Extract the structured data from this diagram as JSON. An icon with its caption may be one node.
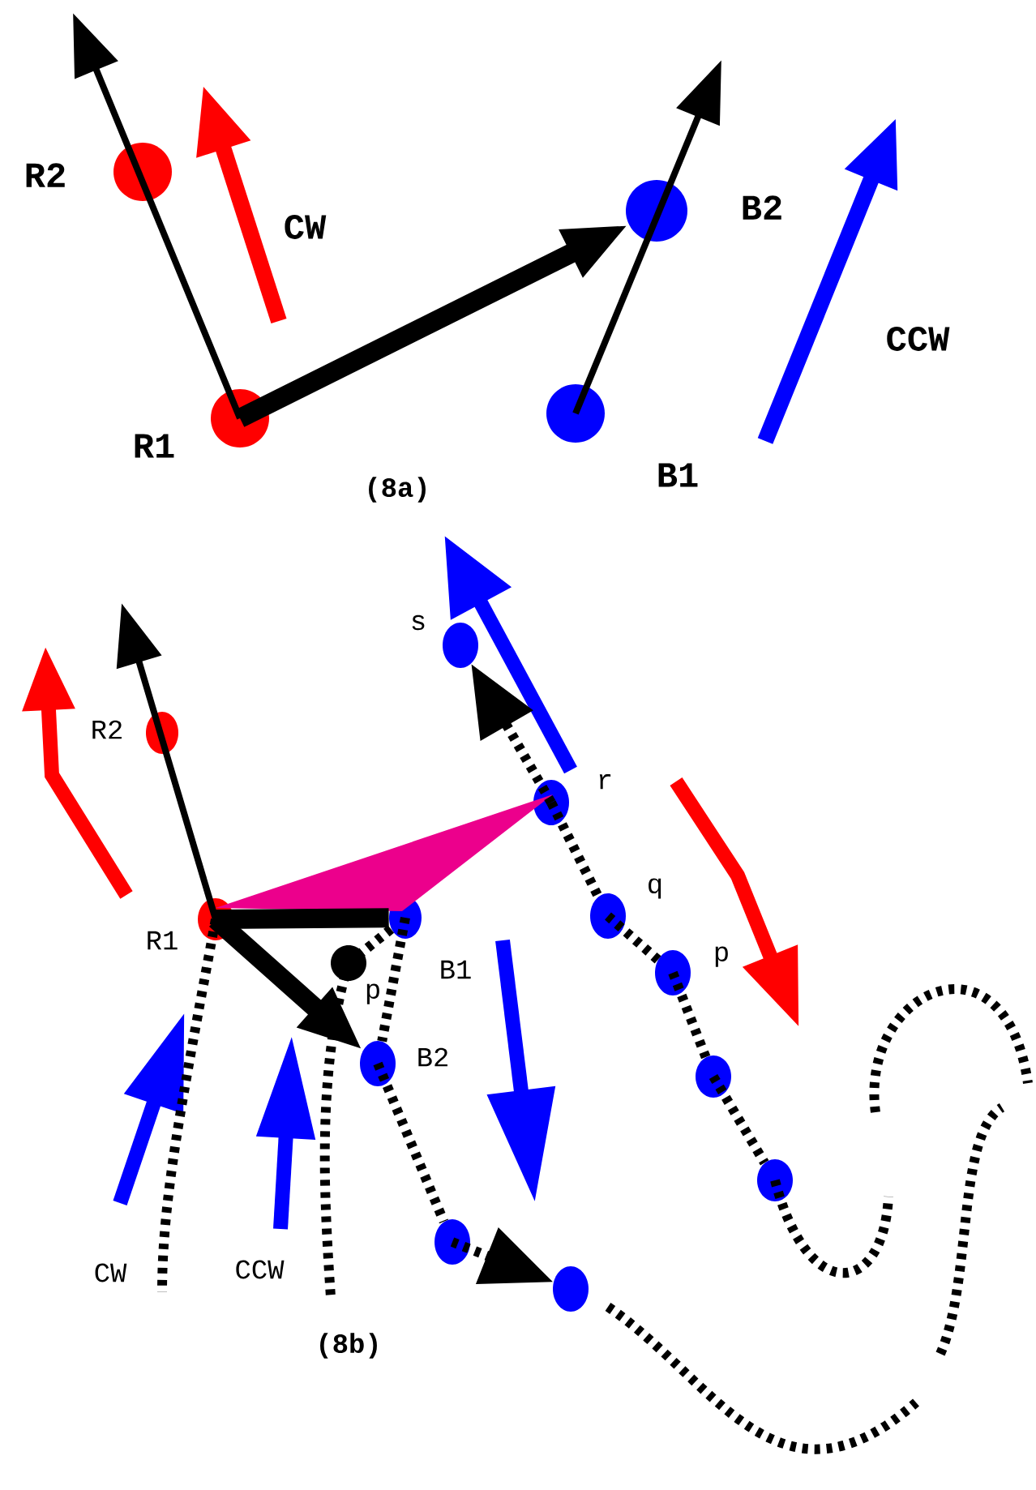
{
  "diagram": {
    "nodes": [
      {
        "text": [],
        "shape": "circle",
        "beside": [
          "R1"
        ]
      },
      {
        "text": [],
        "shape": "circle",
        "beside": [
          "R2"
        ]
      },
      {
        "text": [],
        "shape": "circle",
        "beside": [
          "B1"
        ]
      },
      {
        "text": [],
        "shape": "circle",
        "beside": [
          "B2"
        ]
      },
      {
        "text": [],
        "shape": "circle",
        "beside": [
          "R1"
        ]
      },
      {
        "text": [],
        "shape": "circle",
        "beside": [
          "R2"
        ]
      },
      {
        "text": [],
        "shape": "circle",
        "beside": [
          "B1"
        ]
      },
      {
        "text": [],
        "shape": "circle",
        "beside": [
          "p"
        ]
      },
      {
        "text": [],
        "shape": "circle",
        "beside": [
          "B2"
        ]
      },
      {
        "text": [],
        "shape": "circle",
        "beside": [
          "s"
        ]
      },
      {
        "text": [],
        "shape": "circle",
        "beside": [
          "r"
        ]
      },
      {
        "text": [],
        "shape": "circle",
        "beside": [
          "q"
        ]
      },
      {
        "text": [],
        "shape": "circle",
        "beside": [
          "p"
        ]
      },
      {
        "text": [],
        "shape": "circle"
      },
      {
        "text": [],
        "shape": "circle"
      },
      {
        "text": [],
        "shape": "circle"
      },
      {
        "text": [],
        "shape": "circle"
      },
      {
        "text": [],
        "shape": "triangle"
      }
    ],
    "edges": [
      {
        "from": 0,
        "to": null,
        "arrow": "to"
      },
      {
        "from": 0,
        "to": 3,
        "arrow": "to",
        "style": "thick"
      },
      {
        "from": 2,
        "to": null,
        "arrow": "to"
      },
      {
        "from": 4,
        "to": null,
        "arrow": "to"
      },
      {
        "from": 4,
        "to": 6,
        "arrow": "none",
        "style": "thick"
      },
      {
        "from": 4,
        "to": 8,
        "arrow": "to",
        "style": "thick"
      },
      {
        "from": 7,
        "to": 6,
        "arrow": "none",
        "style": "dashed"
      },
      {
        "from": 6,
        "to": 8,
        "arrow": "none",
        "style": "dashed"
      },
      {
        "from": 10,
        "to": 9,
        "arrow": "to",
        "style": "dashed"
      },
      {
        "from": 10,
        "to": 11,
        "arrow": "none",
        "style": "dashed"
      },
      {
        "from": 11,
        "to": 12,
        "arrow": "none",
        "style": "dashed"
      },
      {
        "from": 12,
        "to": 13,
        "arrow": "none",
        "style": "dashed"
      },
      {
        "from": 13,
        "to": 14,
        "arrow": "none",
        "style": "dashed"
      },
      {
        "from": 14,
        "to": null,
        "arrow": "none",
        "style": "dashed"
      },
      {
        "from": 8,
        "to": 15,
        "arrow": "none",
        "style": "dashed"
      },
      {
        "from": 15,
        "to": 16,
        "arrow": "to",
        "style": "dashed"
      },
      {
        "from": 4,
        "to": null,
        "arrow": "none",
        "style": "dashed"
      },
      {
        "from": 7,
        "to": null,
        "arrow": "none",
        "style": "dashed"
      }
    ],
    "labels": [
      "CW",
      "CCW",
      "(8a)",
      "CW",
      "CCW",
      "(8b)"
    ]
  }
}
